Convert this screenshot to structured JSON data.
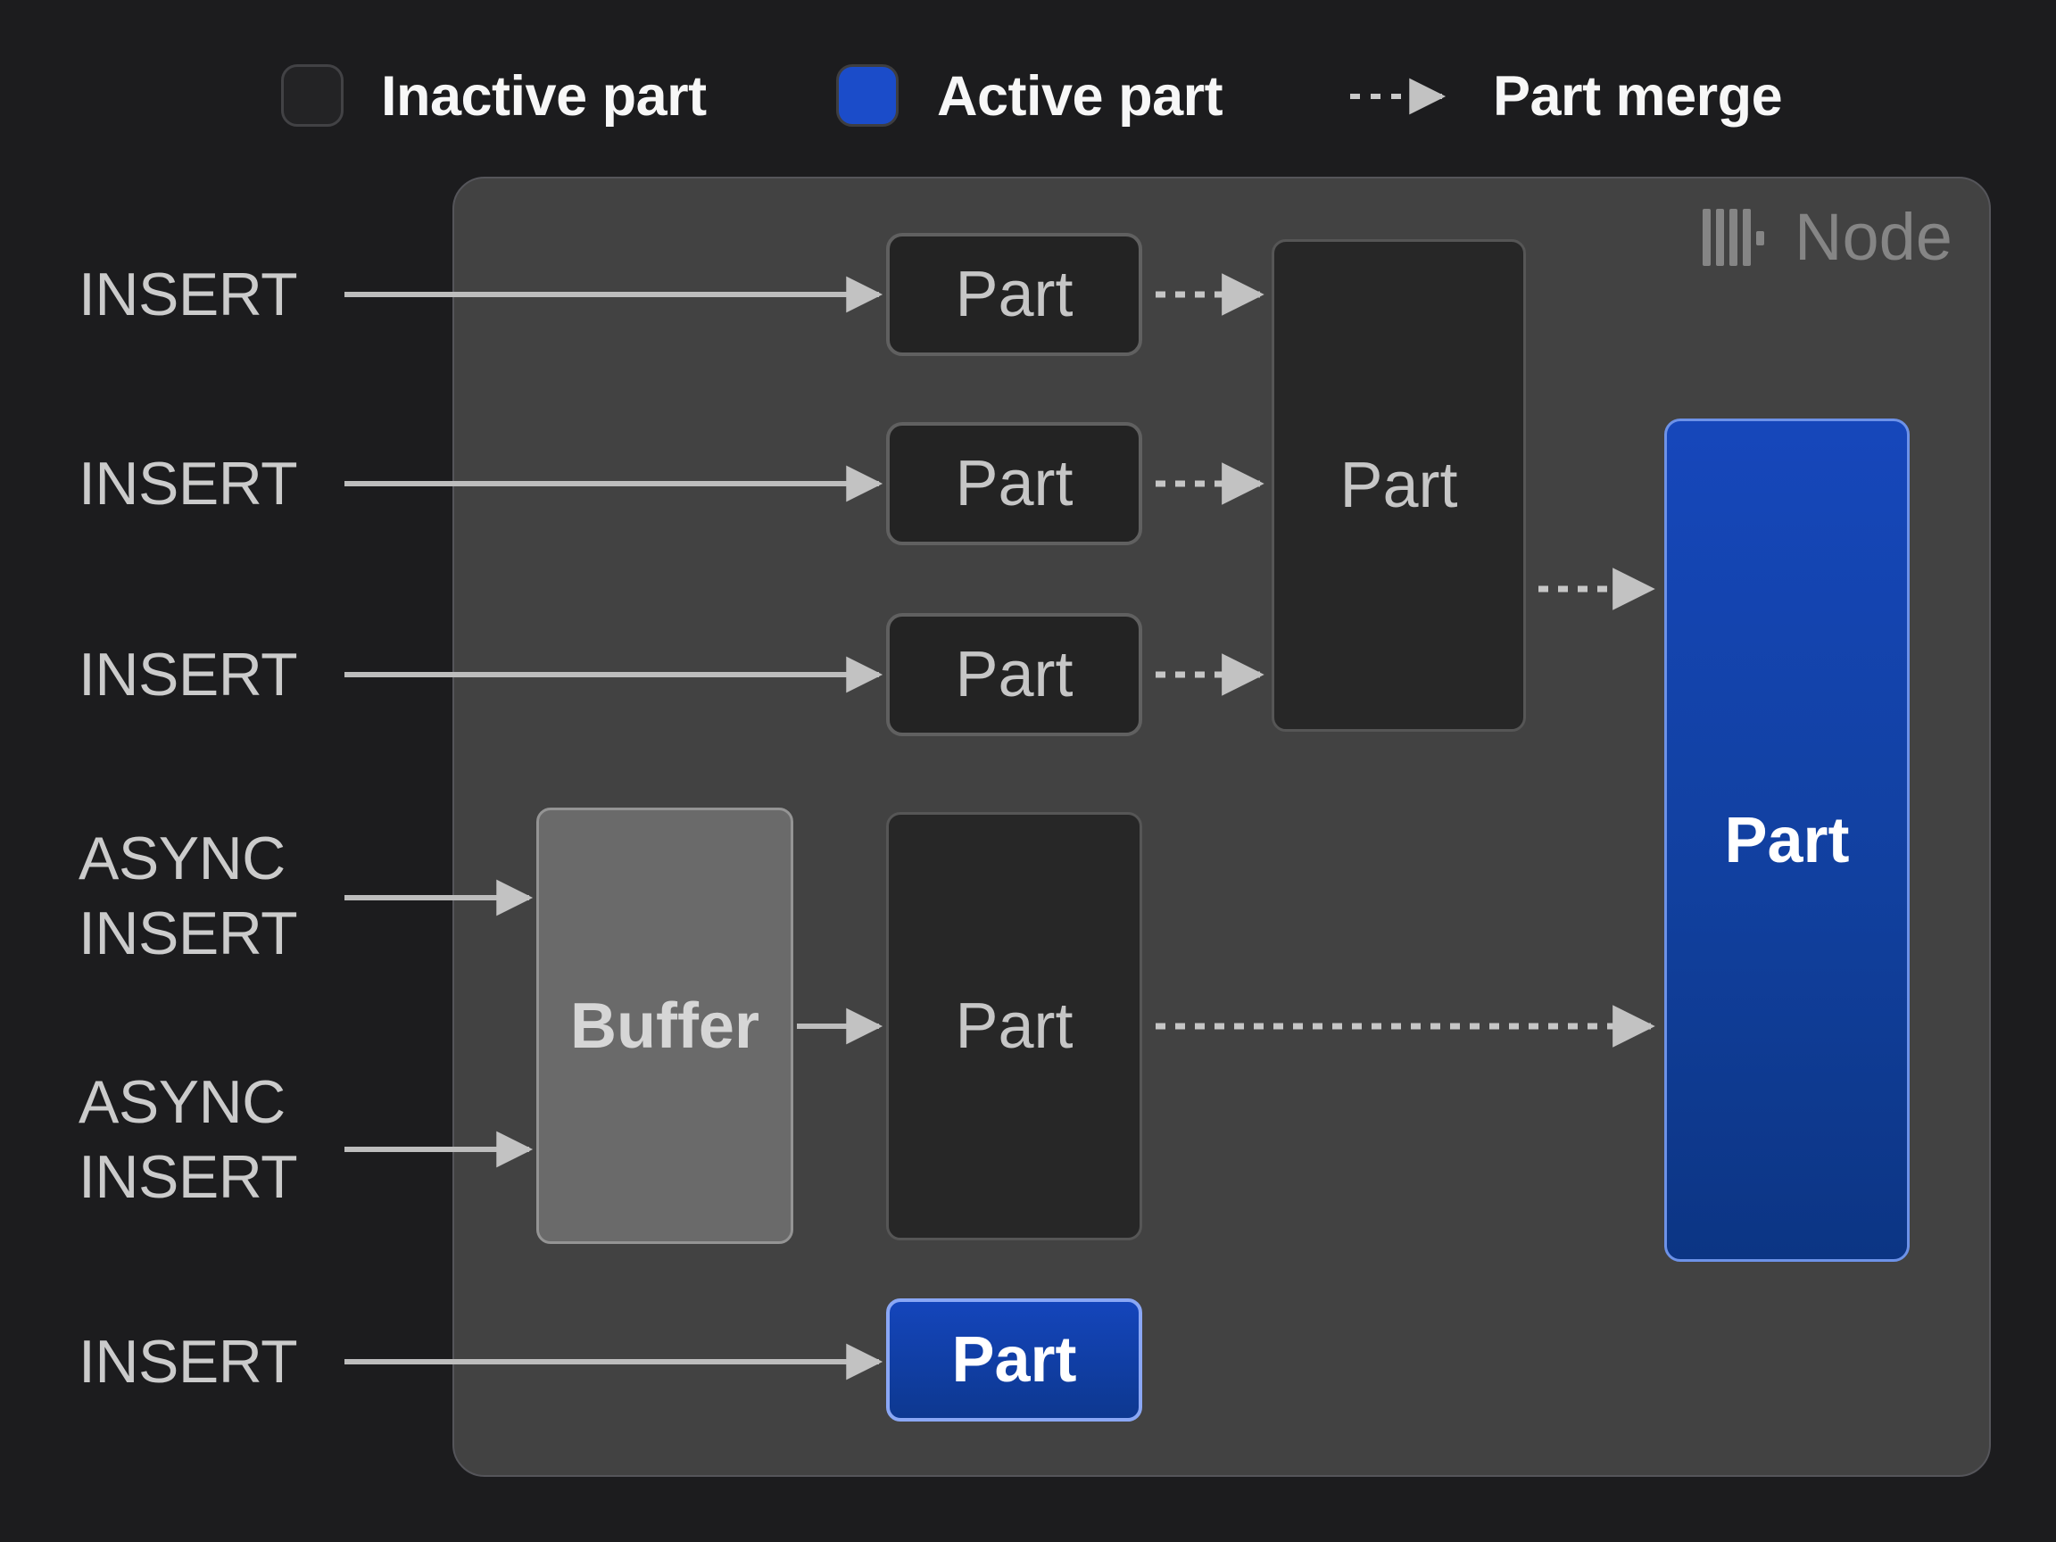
{
  "legend": {
    "inactive_label": "Inactive part",
    "active_label": "Active part",
    "merge_label": "Part merge",
    "swatch_colors": {
      "inactive": "#232325",
      "active": "#1b4cc9"
    }
  },
  "inputs": [
    {
      "id": "insert-1",
      "lines": [
        "INSERT"
      ]
    },
    {
      "id": "insert-2",
      "lines": [
        "INSERT"
      ]
    },
    {
      "id": "insert-3",
      "lines": [
        "INSERT"
      ]
    },
    {
      "id": "async-insert-1",
      "lines": [
        "ASYNC",
        "INSERT"
      ]
    },
    {
      "id": "async-insert-2",
      "lines": [
        "ASYNC",
        "INSERT"
      ]
    },
    {
      "id": "insert-4",
      "lines": [
        "INSERT"
      ]
    }
  ],
  "node": {
    "title": "Node",
    "logo_icon": "clickhouse-bars-logo-icon",
    "buffer": {
      "label": "Buffer"
    },
    "parts": [
      {
        "id": "part-insert-1",
        "label": "Part",
        "state": "inactive"
      },
      {
        "id": "part-insert-2",
        "label": "Part",
        "state": "inactive"
      },
      {
        "id": "part-insert-3",
        "label": "Part",
        "state": "inactive"
      },
      {
        "id": "part-merge-target",
        "label": "Part",
        "state": "inactive"
      },
      {
        "id": "part-buffer-flush",
        "label": "Part",
        "state": "inactive"
      },
      {
        "id": "part-active-main",
        "label": "Part",
        "state": "active"
      },
      {
        "id": "part-active-insert",
        "label": "Part",
        "state": "active"
      }
    ]
  },
  "colors": {
    "background": "#1c1c1e",
    "node_fill": "#424242",
    "inactive_part_fill": "#232323",
    "active_part_gradient_top": "#1647bb",
    "active_part_gradient_bottom": "#0c3584",
    "active_part_border": "#8aa7f5",
    "buffer_fill": "#6a6a6a",
    "arrow": "#bdbdbd",
    "insert_label_text": "#cbcbcb",
    "legend_text": "#f7f7f7",
    "node_title_text": "#858585",
    "part_label_text": "#c6c6c6"
  }
}
